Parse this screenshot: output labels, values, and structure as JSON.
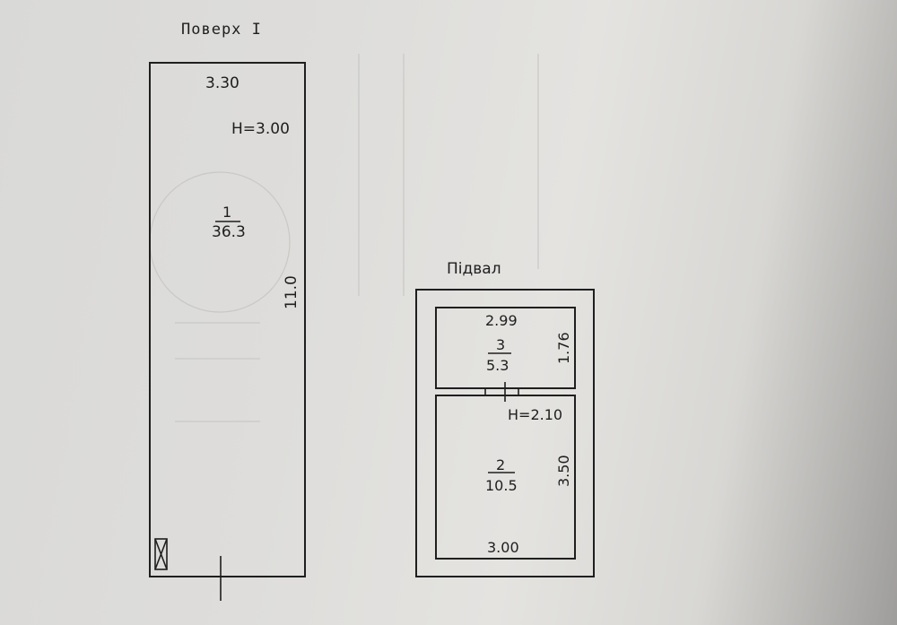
{
  "floor1": {
    "title": "Поверх I",
    "width": "3.30",
    "height_mark": "H=3.00",
    "length": "11.0",
    "room": {
      "number": "1",
      "area": "36.3"
    }
  },
  "basement": {
    "title": "Підвал",
    "room3": {
      "number": "3",
      "area": "5.3",
      "width": "2.99",
      "depth": "1.76"
    },
    "room2": {
      "number": "2",
      "area": "10.5",
      "width": "3.00",
      "depth": "3.50"
    },
    "height_mark": "H=2.10"
  }
}
